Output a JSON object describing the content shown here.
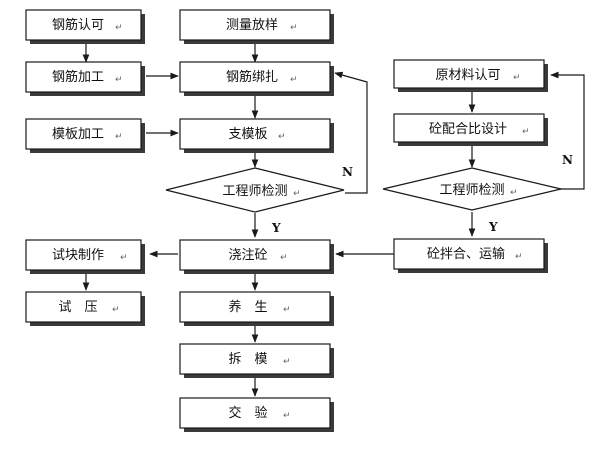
{
  "nodes": {
    "rebar_approval": "钢筋认可",
    "rebar_processing": "钢筋加工",
    "formwork_processing": "模板加工",
    "survey_layout": "测量放样",
    "rebar_binding": "钢筋绑扎",
    "erect_formwork": "支模板",
    "engineer_check_left": "工程师检测",
    "pour_concrete": "浇注砼",
    "curing": "养　生",
    "remove_formwork": "拆　模",
    "handover": "交　验",
    "test_block": "试块制作",
    "compression_test": "试　压",
    "material_approval": "原材料认可",
    "mix_design": "砼配合比设计",
    "engineer_check_right": "工程师检测",
    "mix_transport": "砼拌合、运输"
  },
  "paragraph_mark": "↵",
  "decisions": {
    "yes": "Y",
    "no": "N"
  }
}
